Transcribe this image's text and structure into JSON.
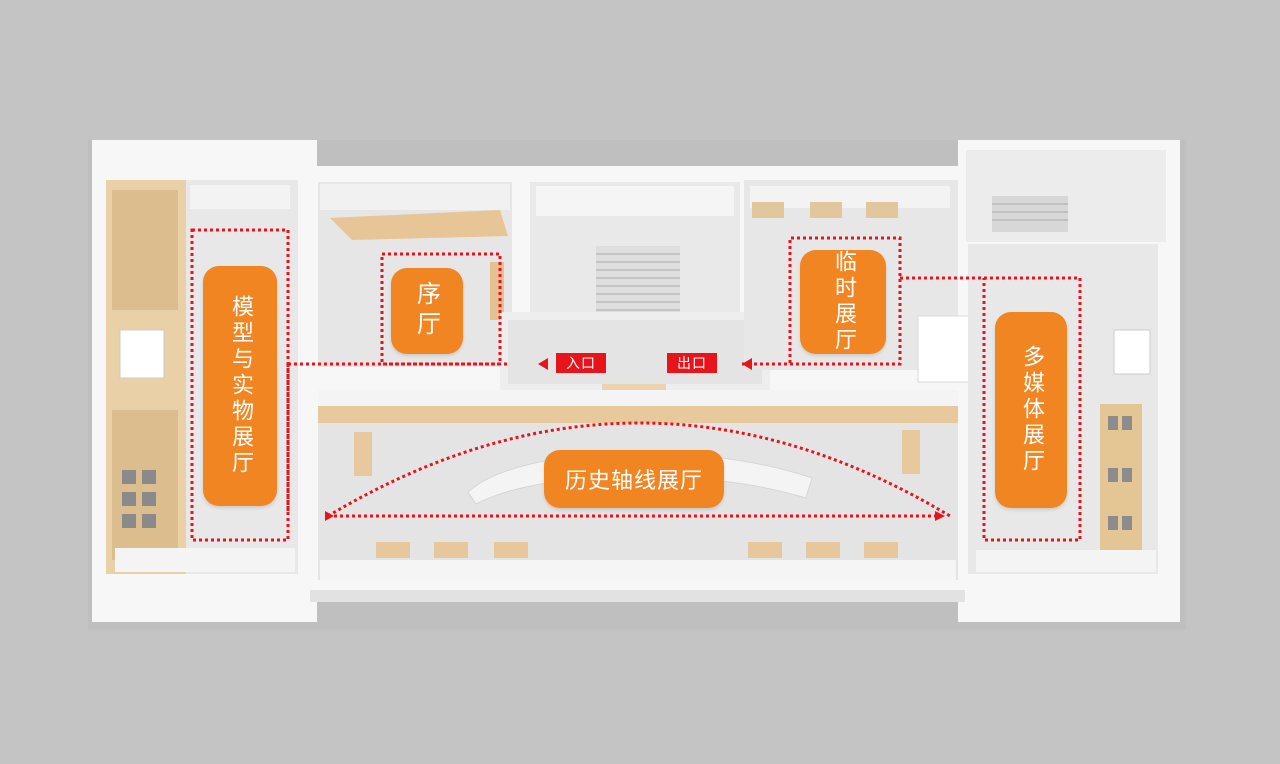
{
  "halls": {
    "model": "模型与实物展厅",
    "prelude": "序厅",
    "temporary": "临时展厅",
    "multimedia": "多媒体展厅",
    "history": "历史轴线展厅"
  },
  "doors": {
    "entrance": "入口",
    "exit": "出口"
  },
  "colors": {
    "background": "#c4c4c4",
    "wall": "#ffffff",
    "floor": "#e9eaea",
    "wood": "#e9c89c",
    "label_fill": "#f08522",
    "route_line": "#e8141b",
    "door_tag": "#e8141b"
  }
}
